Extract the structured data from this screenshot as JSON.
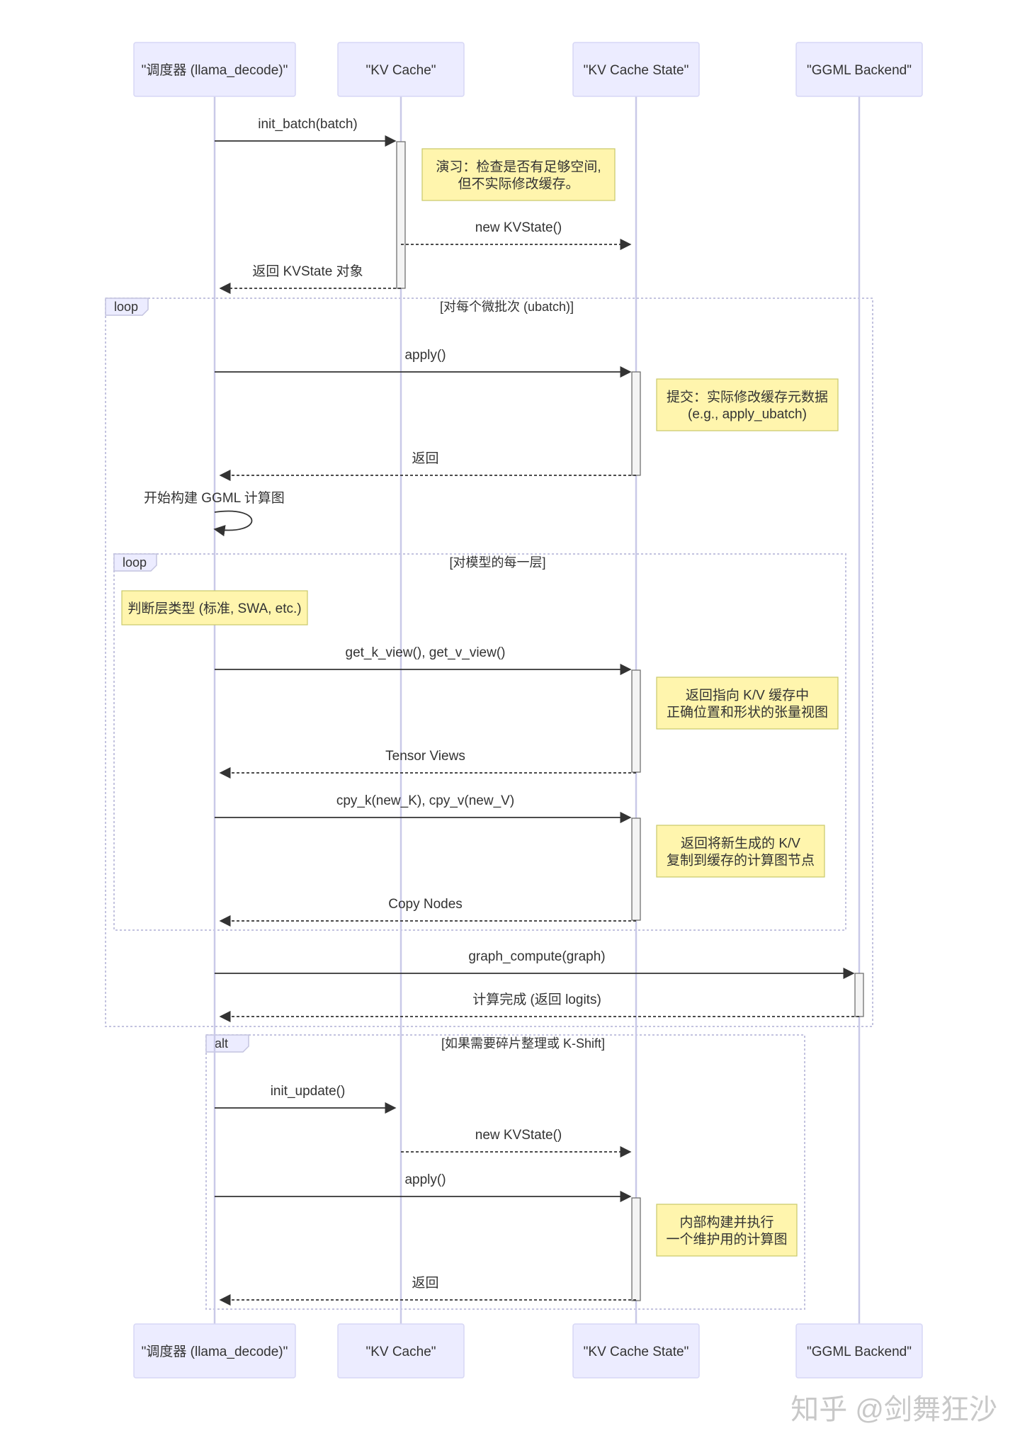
{
  "actors": [
    "\"调度器 (llama_decode)\"",
    "\"KV Cache\"",
    "\"KV Cache State\"",
    "\"GGML Backend\""
  ],
  "messages": [
    {
      "label": "init_batch(batch)",
      "from": 0,
      "to": 1,
      "style": "solid"
    },
    {
      "label": "new KVState()",
      "from": 1,
      "to": 2,
      "style": "dashed"
    },
    {
      "label": "返回 KVState 对象",
      "from": 1,
      "to": 0,
      "style": "dashed"
    },
    {
      "label": "apply()",
      "from": 0,
      "to": 2,
      "style": "solid"
    },
    {
      "label": "返回",
      "from": 2,
      "to": 0,
      "style": "dashed"
    },
    {
      "label": "开始构建 GGML 计算图",
      "from": 0,
      "to": 0,
      "style": "self"
    },
    {
      "label": "get_k_view(), get_v_view()",
      "from": 0,
      "to": 2,
      "style": "solid"
    },
    {
      "label": "Tensor Views",
      "from": 2,
      "to": 0,
      "style": "dashed"
    },
    {
      "label": "cpy_k(new_K), cpy_v(new_V)",
      "from": 0,
      "to": 2,
      "style": "solid"
    },
    {
      "label": "Copy Nodes",
      "from": 2,
      "to": 0,
      "style": "dashed"
    },
    {
      "label": "graph_compute(graph)",
      "from": 0,
      "to": 3,
      "style": "solid"
    },
    {
      "label": "计算完成 (返回 logits)",
      "from": 3,
      "to": 0,
      "style": "dashed"
    },
    {
      "label": "init_update()",
      "from": 0,
      "to": 1,
      "style": "solid"
    },
    {
      "label": "new KVState()",
      "from": 1,
      "to": 2,
      "style": "dashed"
    },
    {
      "label": "apply()",
      "from": 0,
      "to": 2,
      "style": "solid"
    },
    {
      "label": "返回",
      "from": 2,
      "to": 0,
      "style": "dashed"
    }
  ],
  "notes": [
    {
      "lines": [
        "演习：检查是否有足够空间,",
        "但不实际修改缓存。"
      ]
    },
    {
      "lines": [
        "提交：实际修改缓存元数据",
        "(e.g., apply_ubatch)"
      ]
    },
    {
      "lines": [
        "判断层类型 (标准, SWA, etc.)"
      ]
    },
    {
      "lines": [
        "返回指向 K/V 缓存中",
        "正确位置和形状的张量视图"
      ]
    },
    {
      "lines": [
        "返回将新生成的 K/V",
        "复制到缓存的计算图节点"
      ]
    },
    {
      "lines": [
        "内部构建并执行",
        "一个维护用的计算图"
      ]
    }
  ],
  "frames": [
    {
      "kind": "loop",
      "condition": "[对每个微批次 (ubatch)]"
    },
    {
      "kind": "loop",
      "condition": "[对模型的每一层]"
    },
    {
      "kind": "alt",
      "condition": "[如果需要碎片整理或 K-Shift]"
    }
  ],
  "watermark": "知乎 @剑舞狂沙"
}
